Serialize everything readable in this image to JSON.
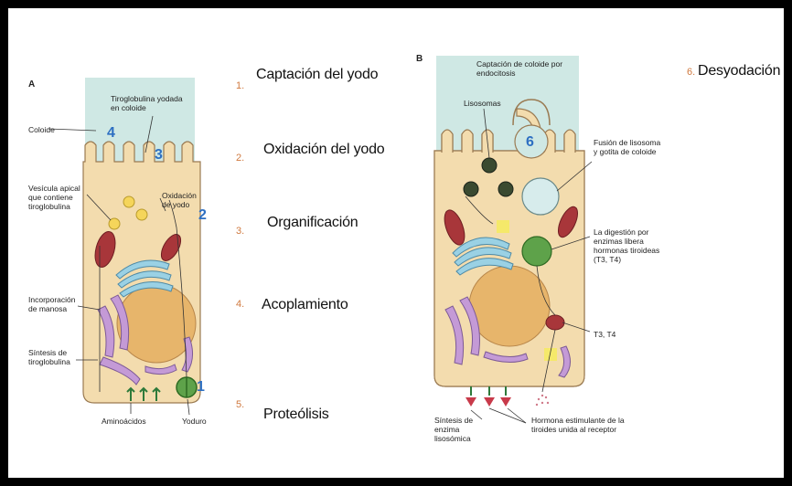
{
  "panel_a": {
    "letter": "A",
    "labels": {
      "tiroglobulina_yodada": "Tiroglobulina yodada en coloide",
      "coloide": "Coloide",
      "vesicula_apical": "Vesícula apical que contiene tiroglobulina",
      "oxidacion_yodo": "Oxidación de yodo",
      "incorporacion_manosa": "Incorporación de manosa",
      "sintesis_tiroglobulina": "Síntesis de tiroglobulina",
      "aminoacidos": "Aminoácidos",
      "yoduro": "Yoduro"
    },
    "markers": {
      "m4": "4",
      "m3": "3",
      "m2": "2",
      "m1": "1"
    }
  },
  "steps": [
    {
      "num": "1.",
      "text": "Captación del yodo"
    },
    {
      "num": "2.",
      "text": "Oxidación del yodo"
    },
    {
      "num": "3.",
      "text": "Organificación"
    },
    {
      "num": "4.",
      "text": "Acoplamiento"
    },
    {
      "num": "5.",
      "text": "Proteólisis"
    }
  ],
  "panel_b": {
    "letter": "B",
    "labels": {
      "captacion_coloide": "Captación de coloide por endocitosis",
      "lisosomas": "Lisosomas",
      "fusion": "Fusión de lisosoma y gotita de coloide",
      "digestion": "La digestión por enzimas libera hormonas tiroideas (T3, T4)",
      "t3t4": "T3, T4",
      "sintesis_enzima": "Síntesis de enzima lisosómica",
      "hormona": "Hormona estimulante de la tiroides unida al receptor"
    },
    "markers": {
      "m6": "6"
    }
  },
  "step6": {
    "num": "6.",
    "text": "Desyodación"
  },
  "colors": {
    "colloid": "#cfe8e4",
    "cell": "#f3dcae",
    "nucleus": "#e7b56b",
    "er": "#c49ad6",
    "mito": "#a8363a",
    "golgi": "#9ad1e4",
    "vesicle": "#f5d55a",
    "step_number": "#d07a40",
    "marker_blue": "#2d6fc2"
  }
}
